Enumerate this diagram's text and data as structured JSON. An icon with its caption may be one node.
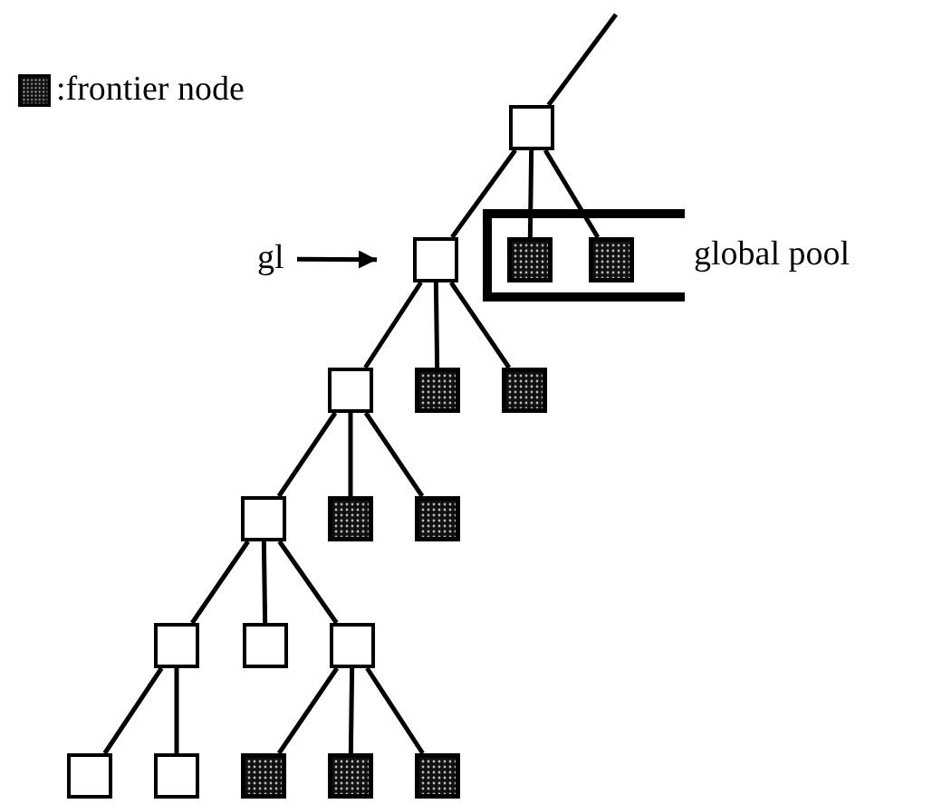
{
  "diagram": {
    "nodes": [
      {
        "text": [],
        "shape": "box"
      },
      {
        "text": [
          "gl"
        ]
      },
      {
        "text": [],
        "shape": "box"
      },
      {
        "text": [
          "global pool"
        ]
      },
      {
        "text": [],
        "shape": "shaded-box",
        "in": 3
      },
      {
        "text": [],
        "shape": "shaded-box",
        "in": 3
      },
      {
        "text": [],
        "shape": "box"
      },
      {
        "text": [],
        "shape": "shaded-box"
      },
      {
        "text": [],
        "shape": "shaded-box"
      },
      {
        "text": [],
        "shape": "box"
      },
      {
        "text": [],
        "shape": "shaded-box"
      },
      {
        "text": [],
        "shape": "shaded-box"
      },
      {
        "text": [],
        "shape": "box"
      },
      {
        "text": [],
        "shape": "box"
      },
      {
        "text": [],
        "shape": "box"
      },
      {
        "text": [],
        "shape": "box"
      },
      {
        "text": [],
        "shape": "box"
      },
      {
        "text": [],
        "shape": "shaded-box"
      },
      {
        "text": [],
        "shape": "shaded-box"
      },
      {
        "text": [],
        "shape": "shaded-box"
      }
    ],
    "edges": [
      {
        "from": null,
        "to": 0,
        "arrow": "none"
      },
      {
        "from": 0,
        "to": 2,
        "arrow": "none"
      },
      {
        "from": 0,
        "to": 4,
        "arrow": "none"
      },
      {
        "from": 0,
        "to": 5,
        "arrow": "none"
      },
      {
        "from": 1,
        "to": 2,
        "arrow": "to"
      },
      {
        "from": 2,
        "to": 6,
        "arrow": "none"
      },
      {
        "from": 2,
        "to": 7,
        "arrow": "none"
      },
      {
        "from": 2,
        "to": 8,
        "arrow": "none"
      },
      {
        "from": 6,
        "to": 9,
        "arrow": "none"
      },
      {
        "from": 6,
        "to": 10,
        "arrow": "none"
      },
      {
        "from": 6,
        "to": 11,
        "arrow": "none"
      },
      {
        "from": 9,
        "to": 12,
        "arrow": "none"
      },
      {
        "from": 9,
        "to": 13,
        "arrow": "none"
      },
      {
        "from": 9,
        "to": 14,
        "arrow": "none"
      },
      {
        "from": 12,
        "to": 15,
        "arrow": "none"
      },
      {
        "from": 12,
        "to": 16,
        "arrow": "none"
      },
      {
        "from": 14,
        "to": 17,
        "arrow": "none"
      },
      {
        "from": 14,
        "to": 18,
        "arrow": "none"
      },
      {
        "from": 14,
        "to": 19,
        "arrow": "none"
      }
    ],
    "legend": [
      {
        "text": ":frontier node"
      }
    ]
  }
}
